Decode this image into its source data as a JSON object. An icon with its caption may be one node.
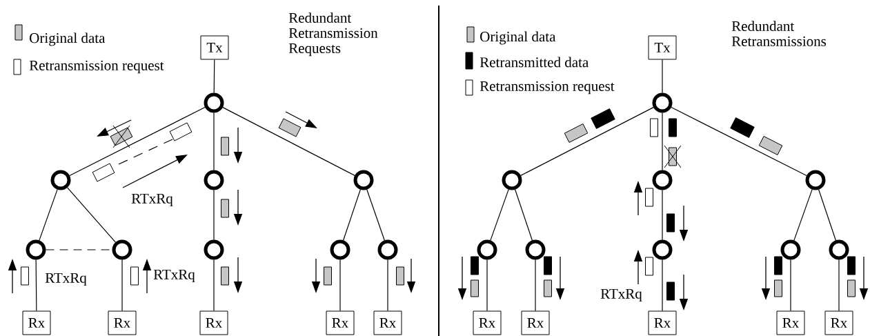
{
  "diagram": {
    "nodes": [
      {
        "text": [
          "Tx"
        ]
      },
      {
        "text": [],
        "shape": "circle"
      },
      {
        "text": [],
        "shape": "circle"
      },
      {
        "text": [],
        "shape": "circle"
      },
      {
        "text": [],
        "shape": "circle"
      },
      {
        "text": [],
        "shape": "circle"
      },
      {
        "text": [],
        "shape": "circle"
      },
      {
        "text": [],
        "shape": "circle"
      },
      {
        "text": [],
        "shape": "circle"
      },
      {
        "text": [],
        "shape": "circle"
      },
      {
        "text": [
          "Rx"
        ]
      },
      {
        "text": [
          "Rx"
        ]
      },
      {
        "text": [
          "Rx"
        ]
      },
      {
        "text": [
          "Rx"
        ]
      },
      {
        "text": [
          "Rx"
        ]
      },
      {
        "text": [
          "Tx"
        ]
      },
      {
        "text": [],
        "shape": "circle"
      },
      {
        "text": [],
        "shape": "circle"
      },
      {
        "text": [],
        "shape": "circle"
      },
      {
        "text": [],
        "shape": "circle"
      },
      {
        "text": [],
        "shape": "circle"
      },
      {
        "text": [],
        "shape": "circle"
      },
      {
        "text": [],
        "shape": "circle"
      },
      {
        "text": [],
        "shape": "circle"
      },
      {
        "text": [],
        "shape": "circle"
      },
      {
        "text": [
          "Rx"
        ]
      },
      {
        "text": [
          "Rx"
        ]
      },
      {
        "text": [
          "Rx"
        ]
      },
      {
        "text": [
          "Rx"
        ]
      },
      {
        "text": [
          "Rx"
        ]
      }
    ],
    "edges": [
      {
        "from": 0,
        "to": 1,
        "arrow": "none"
      },
      {
        "from": 1,
        "to": 2,
        "arrow": "none"
      },
      {
        "from": 1,
        "to": 3,
        "arrow": "none"
      },
      {
        "from": 1,
        "to": 4,
        "arrow": "none"
      },
      {
        "from": 2,
        "to": 5,
        "arrow": "none"
      },
      {
        "from": 2,
        "to": 6,
        "arrow": "none"
      },
      {
        "from": 3,
        "to": 7,
        "arrow": "none"
      },
      {
        "from": 4,
        "to": 8,
        "arrow": "none"
      },
      {
        "from": 4,
        "to": 9,
        "arrow": "none"
      },
      {
        "from": 5,
        "to": 6,
        "arrow": "none",
        "style": "dashed"
      },
      {
        "from": 5,
        "to": 10,
        "arrow": "none"
      },
      {
        "from": 6,
        "to": 11,
        "arrow": "none"
      },
      {
        "from": 7,
        "to": 12,
        "arrow": "none"
      },
      {
        "from": 8,
        "to": 13,
        "arrow": "none"
      },
      {
        "from": 9,
        "to": 14,
        "arrow": "none"
      },
      {
        "from": 15,
        "to": 16,
        "arrow": "none"
      },
      {
        "from": 16,
        "to": 17,
        "arrow": "none"
      },
      {
        "from": 16,
        "to": 18,
        "arrow": "none"
      },
      {
        "from": 16,
        "to": 19,
        "arrow": "none"
      },
      {
        "from": 17,
        "to": 20,
        "arrow": "none"
      },
      {
        "from": 17,
        "to": 21,
        "arrow": "none"
      },
      {
        "from": 18,
        "to": 22,
        "arrow": "none"
      },
      {
        "from": 19,
        "to": 23,
        "arrow": "none"
      },
      {
        "from": 19,
        "to": 24,
        "arrow": "none"
      },
      {
        "from": 20,
        "to": 25,
        "arrow": "none"
      },
      {
        "from": 21,
        "to": 26,
        "arrow": "none"
      },
      {
        "from": 22,
        "to": 27,
        "arrow": "none"
      },
      {
        "from": 23,
        "to": 28,
        "arrow": "none"
      },
      {
        "from": 24,
        "to": 29,
        "arrow": "none"
      }
    ],
    "labels": [
      "Redundant Retransmission Requests",
      "RTxRq",
      "RTxRq",
      "RTxRq",
      "Redundant Retransmissions",
      "RTxRq"
    ],
    "legend": [
      {
        "text": "Original data"
      },
      {
        "text": "Retransmission request"
      },
      {
        "text": "Original data"
      },
      {
        "text": "Retransmitted data"
      },
      {
        "text": "Retransmission request"
      }
    ]
  }
}
